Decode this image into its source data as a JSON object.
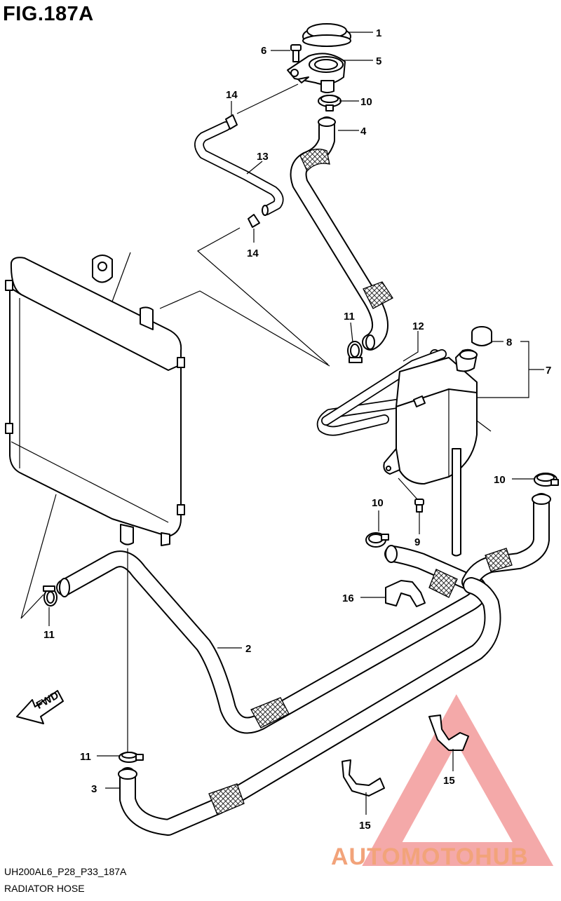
{
  "figure": {
    "title": "FIG.187A",
    "code": "UH200AL6_P28_P33_187A",
    "caption": "RADIATOR HOSE"
  },
  "callouts": [
    {
      "label": "1"
    },
    {
      "label": "5"
    },
    {
      "label": "6"
    },
    {
      "label": "10"
    },
    {
      "label": "14"
    },
    {
      "label": "4"
    },
    {
      "label": "13"
    },
    {
      "label": "14"
    },
    {
      "label": "11"
    },
    {
      "label": "12"
    },
    {
      "label": "8"
    },
    {
      "label": "7"
    },
    {
      "label": "10"
    },
    {
      "label": "10"
    },
    {
      "label": "9"
    },
    {
      "label": "16"
    },
    {
      "label": "2"
    },
    {
      "label": "11"
    },
    {
      "label": "11"
    },
    {
      "label": "3"
    },
    {
      "label": "15"
    },
    {
      "label": "15"
    }
  ],
  "direction_arrow": {
    "label": "FWD"
  },
  "watermark": {
    "text": "AUTOMOTOHUB",
    "color_main": "#f2a37a",
    "color_hub": "#d8d8d8",
    "triangle_color": "#f29a9a"
  }
}
